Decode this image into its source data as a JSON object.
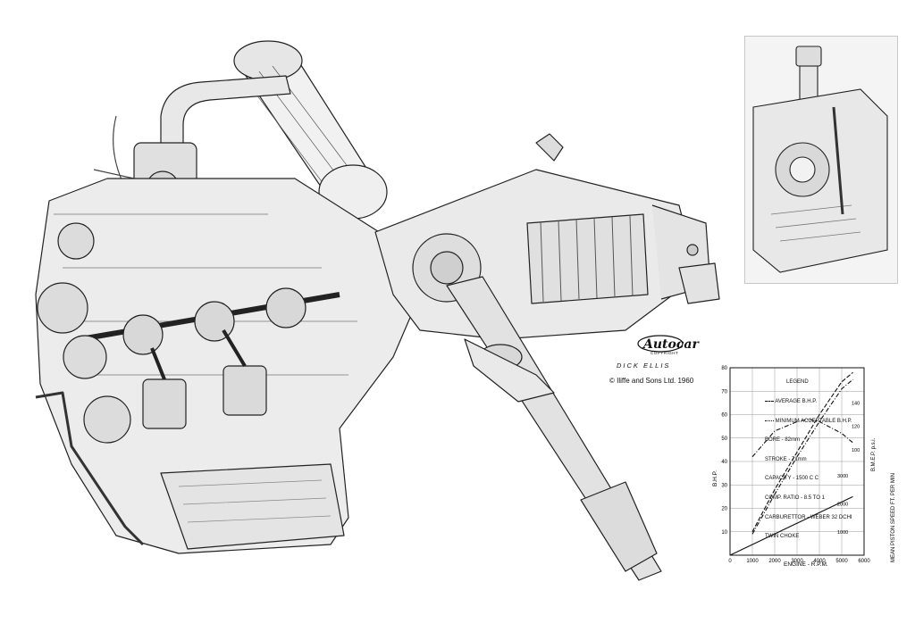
{
  "logo": {
    "word": "Autocar",
    "sub": "COPYRIGHT"
  },
  "credit": {
    "artist": "DICK ELLIS",
    "copyright": "©  Iliffe and Sons Ltd.  1960"
  },
  "legend": {
    "title": "LEGEND",
    "series1": "AVERAGE B.H.P.",
    "series2": "MINIMUM ACCEPTABLE B.H.P.",
    "specs": [
      "BORE - 82mm",
      "STROKE - 71mm",
      "CAPACITY - 1500 C C",
      "COMP. RATIO - 8.5 TO 1",
      "CARBURETTOR - WEBER 32 DCHI",
      "TWIN CHOKE"
    ]
  },
  "chart_data": {
    "type": "line",
    "xlabel": "ENGINE - R.P.M.",
    "ylabel": "B.H.P.",
    "y2label": "B.M.E.P. p.s.i.",
    "y3label": "MEAN PISTON SPEED FT. PER MIN",
    "xlim": [
      0,
      6000
    ],
    "ylim": [
      0,
      80
    ],
    "xticks": [
      0,
      1000,
      2000,
      3000,
      4000,
      5000,
      6000
    ],
    "yticks": [
      10,
      20,
      30,
      40,
      50,
      60,
      70,
      80
    ],
    "y2ticks": [
      {
        "label": "140",
        "at": 65
      },
      {
        "label": "120",
        "at": 55
      },
      {
        "label": "100",
        "at": 45
      }
    ],
    "y3ticks": [
      {
        "label": "3000",
        "at": 34
      },
      {
        "label": "2000",
        "at": 22
      },
      {
        "label": "1000",
        "at": 10
      }
    ],
    "series": [
      {
        "name": "AVERAGE B.H.P.",
        "style": "dashed",
        "x": [
          1000,
          2000,
          3000,
          4000,
          5000,
          5500
        ],
        "y": [
          10,
          28,
          44,
          60,
          74,
          78
        ]
      },
      {
        "name": "MINIMUM ACCEPTABLE B.H.P.",
        "style": "dashdot",
        "x": [
          1000,
          2000,
          3000,
          4000,
          5000,
          5500
        ],
        "y": [
          9,
          26,
          42,
          57,
          71,
          75
        ]
      },
      {
        "name": "B.M.E.P.",
        "style": "dashdot",
        "x": [
          1000,
          2000,
          3000,
          3500,
          4000,
          5000,
          5500
        ],
        "y": [
          42,
          53,
          57,
          58,
          57,
          52,
          48
        ]
      },
      {
        "name": "MEAN PISTON SPEED",
        "style": "solid",
        "x": [
          0,
          5500
        ],
        "y": [
          0,
          25
        ]
      }
    ]
  }
}
